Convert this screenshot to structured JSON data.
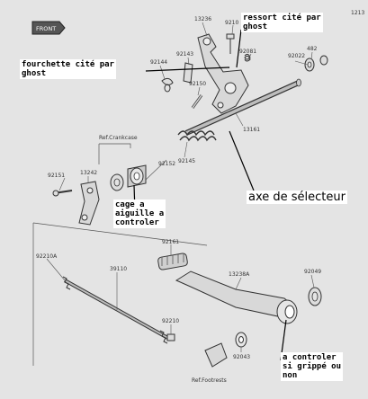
{
  "logo": {
    "text": "FRONT"
  },
  "annotations": {
    "ressort": "ressort cité par\nghost",
    "fourchette": "fourchette cité par\nghost",
    "axe": "axe de\nsélecteur",
    "cage": "cage a\naiguille a\ncontroler",
    "controler": "a controler\nsi grippé ou\nnon"
  },
  "part_numbers": {
    "p13236": "13236",
    "p92105": "9210",
    "p12135": "1213",
    "p92081": "92081",
    "p482": "482",
    "p92144": "92144",
    "p92143": "92143",
    "p92022": "92022",
    "p92150": "92150",
    "p13161": "13161",
    "p92152": "92152",
    "p92145": "92145",
    "p92151": "92151",
    "p13242": "13242",
    "p92161": "92161",
    "p92210a": "92210A",
    "p39110": "39110",
    "p13238a": "13238A",
    "p92049": "92049",
    "p92210": "92210",
    "p92043": "92043"
  },
  "refs": {
    "crankcase": "Ref.Crankcase",
    "footrests": "Ref.Footrests"
  },
  "colors": {
    "background": "#e4e4e4",
    "line": "#3a3a3a",
    "label_bg": "#ffffff"
  }
}
